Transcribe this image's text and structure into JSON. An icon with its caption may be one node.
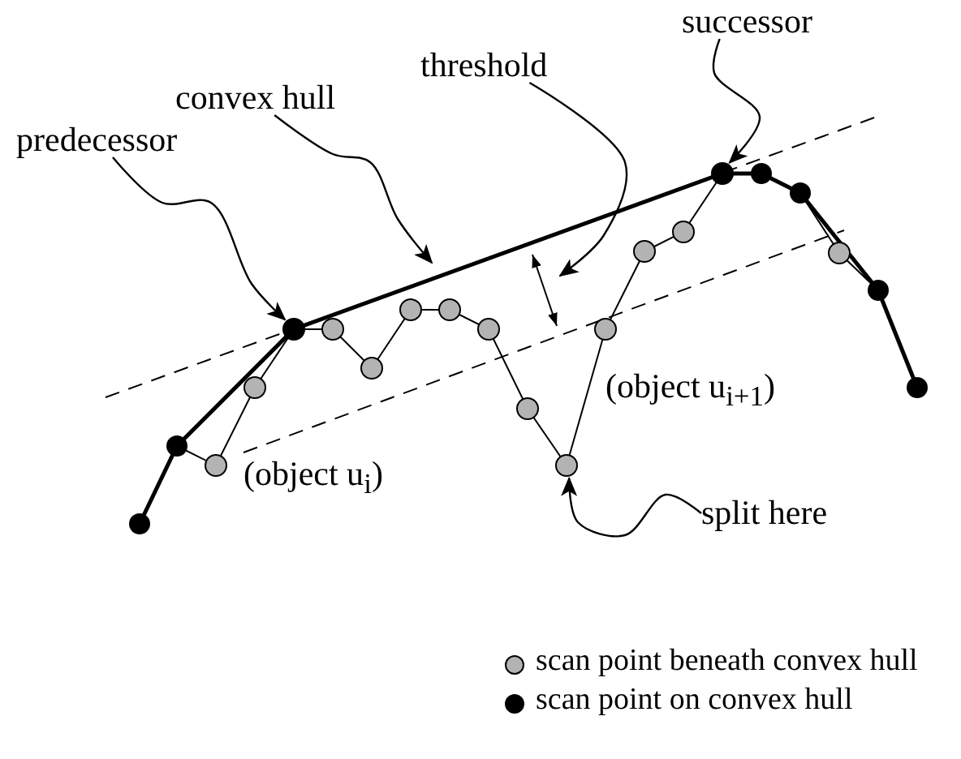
{
  "diagram": {
    "nodes": [
      {
        "text": [
          "predecessor"
        ]
      },
      {
        "text": [
          "convex hull"
        ]
      },
      {
        "text": [
          "threshold"
        ]
      },
      {
        "text": [
          "successor"
        ]
      },
      {
        "text": [
          "split here"
        ]
      },
      {
        "text": [],
        "shape": "circle"
      },
      {
        "text": [],
        "shape": "circle"
      },
      {
        "text": [],
        "shape": "circle"
      }
    ],
    "edges": [
      {
        "from": 0,
        "to": 5,
        "arrow": "to"
      },
      {
        "from": 1,
        "to": null,
        "arrow": "to"
      },
      {
        "from": 2,
        "to": null,
        "arrow": "to"
      },
      {
        "from": 3,
        "to": 6,
        "arrow": "to"
      },
      {
        "from": 4,
        "to": 7,
        "arrow": "to"
      }
    ],
    "labels": [
      "(object u$_{i}$)",
      "(object u$_{i+1}$)"
    ],
    "legend": [
      {
        "text": "scan point beneath convex hull",
        "color": "#b3b3b3"
      },
      {
        "text": "scan point on convex hull",
        "color": "#000000"
      }
    ]
  }
}
